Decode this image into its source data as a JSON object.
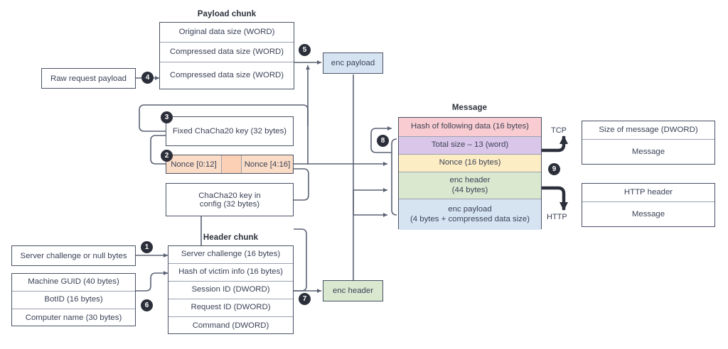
{
  "diagram": {
    "title_payload_chunk": "Payload chunk",
    "title_message": "Message",
    "title_header_chunk": "Header chunk",
    "payload_chunk": {
      "rows": [
        "Original data size (WORD)",
        "Compressed data size (WORD)",
        "Compressed data size (WORD)"
      ]
    },
    "raw_request_payload": "Raw request payload",
    "enc_payload": "enc payload",
    "enc_header": "enc header",
    "fixed_key": "Fixed ChaCha20 key (32 bytes)",
    "nonce_split": {
      "left": "Nonce [0:12]",
      "middle": "",
      "right": "Nonce [4:16]"
    },
    "config_key": "ChaCha20 key in config (32 bytes)",
    "config_key_line1": "ChaCha20 key in",
    "config_key_line2": "config (32 bytes)",
    "message": {
      "rows": [
        {
          "text": "Hash of following data (16 bytes)",
          "color": "#f8ccd0"
        },
        {
          "text": "Total size – 13 (word)",
          "color": "#d9c6e8"
        },
        {
          "text": "Nonce (16 bytes)",
          "color": "#fdedc4"
        },
        {
          "text": "enc header",
          "subtext": "(44 bytes)",
          "color": "#d9e8cf"
        },
        {
          "text": "enc payload",
          "subtext": "(4 bytes + compressed data size)",
          "color": "#d6e4f2"
        }
      ]
    },
    "tcp_label": "TCP",
    "http_label": "HTTP",
    "tcp_box": {
      "rows": [
        "Size of message (DWORD)",
        "Message"
      ]
    },
    "http_box": {
      "rows": [
        "HTTP header",
        "Message"
      ]
    },
    "server_challenge_src": "Server challenge or null bytes",
    "victim_info": {
      "rows": [
        "Machine GUID (40 bytes)",
        "BotID (16 bytes)",
        "Computer name (30 bytes)"
      ]
    },
    "header_chunk": {
      "rows": [
        "Server challenge (16 bytes)",
        "Hash of victim info (16 bytes)",
        "Session ID (DWORD)",
        "Request ID (DWORD)",
        "Command (DWORD)"
      ]
    },
    "markers": [
      "1",
      "2",
      "3",
      "4",
      "5",
      "6",
      "7",
      "8",
      "9"
    ],
    "colors": {
      "enc_payload_fill": "#d6e4f2",
      "enc_header_fill": "#d9e8cf",
      "nonce_fill": "#fbdcc6",
      "nonce_middle_fill": "#fbd0b4",
      "stroke": "#4a5165",
      "wire": "#5b6274",
      "marker": "#2b2f3a"
    }
  }
}
